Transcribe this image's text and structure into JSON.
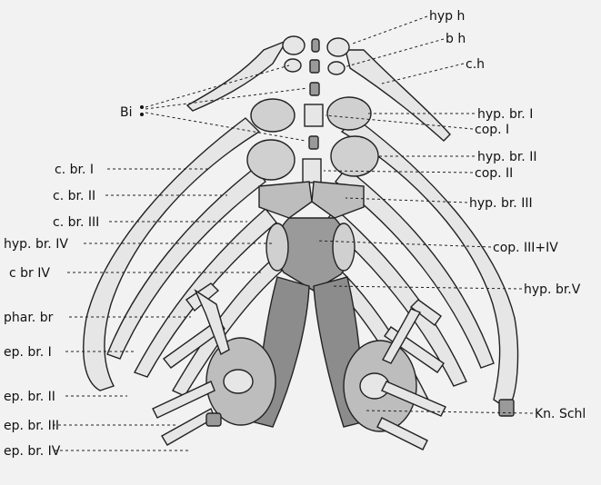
{
  "labels": {
    "hyp_h": "hyp h",
    "b_h": "b h",
    "c_h": "c.h",
    "bi": "Bi",
    "hyp_br_1": "hyp. br. I",
    "cop_1": "cop. I",
    "hyp_br_2": "hyp. br. II",
    "cop_2": "cop. II",
    "hyp_br_3": "hyp. br. III",
    "cop_3_4": "cop. III+IV",
    "hyp_br_v": "hyp. br.V",
    "kn_schl": "Kn. Schl",
    "c_br_1": "c. br. I",
    "c_br_2": "c. br. II",
    "c_br_3": "c. br. III",
    "hyp_br_4": "hyp. br. IV",
    "c_br_4": "c br IV",
    "phar_br": "phar. br",
    "ep_br_1": "ep. br. I",
    "ep_br_2": "ep. br. II",
    "ep_br_3": "ep. br. III",
    "ep_br_4": "ep. br. IV"
  }
}
